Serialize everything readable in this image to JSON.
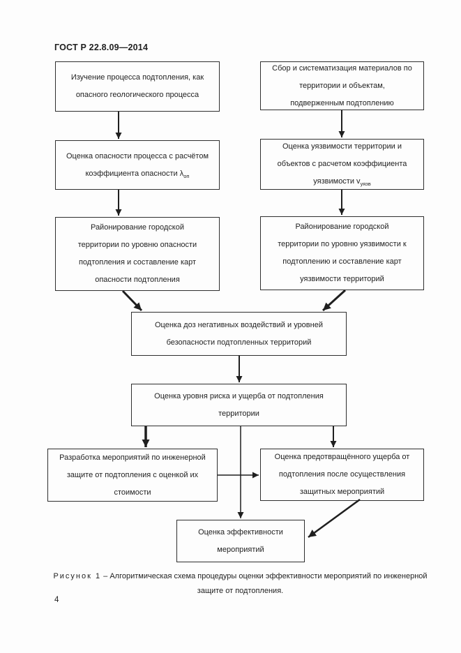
{
  "page": {
    "header": "ГОСТ Р 22.8.09—2014",
    "page_number": "4",
    "caption": {
      "label": "Рисунок 1",
      "line1_rest": " – Алгоритмическая схема процедуры оценки эффективности мероприятий по инженерной",
      "line2": "защите от подтопления."
    },
    "colors": {
      "ink": "#1f1f1f",
      "border": "#2e2e2e",
      "background": "#fdfdfd"
    }
  },
  "flowchart": {
    "study": {
      "lines": [
        "Изучение процесса подтопления, как",
        "опасного геологического процесса"
      ]
    },
    "collect": {
      "lines": [
        "Сбор и систематизация материалов по",
        "территории и объектам,",
        "подверженным подтоплению"
      ]
    },
    "hazard": {
      "line1": "Оценка опасности процесса с расчётом",
      "formula_pre": "коэффициента опасности λ",
      "formula_sub": "оп"
    },
    "vulnerability": {
      "line1": "Оценка уязвимости территории и",
      "line2": "объектов с расчетом коэффициента",
      "formula_pre": "уязвимости v",
      "formula_sub": "уязв"
    },
    "zoning_hazard": {
      "lines": [
        "Районирование городской",
        "территории по уровню опасности",
        "подтопления и составление карт",
        "опасности подтопления"
      ]
    },
    "zoning_vulnerability": {
      "lines": [
        "Районирование городской",
        "территории по уровню уязвимости к",
        "подтоплению и составление карт",
        "уязвимости территорий"
      ]
    },
    "dose": {
      "lines": [
        "Оценка доз негативных воздействий и уровней",
        "безопасности подтопленных территорий"
      ]
    },
    "risk": {
      "lines": [
        "Оценка уровня риска и ущерба от подтопления",
        "территории"
      ]
    },
    "measures": {
      "lines": [
        "Разработка мероприятий по инженерной",
        "защите от подтопления с оценкой их",
        "стоимости"
      ]
    },
    "prevented_damage": {
      "lines": [
        "Оценка предотвращённого ущерба от",
        "подтопления после осуществления",
        "защитных мероприятий"
      ]
    },
    "effectiveness": {
      "lines": [
        "Оценка эффективности",
        "мероприятий"
      ]
    }
  }
}
